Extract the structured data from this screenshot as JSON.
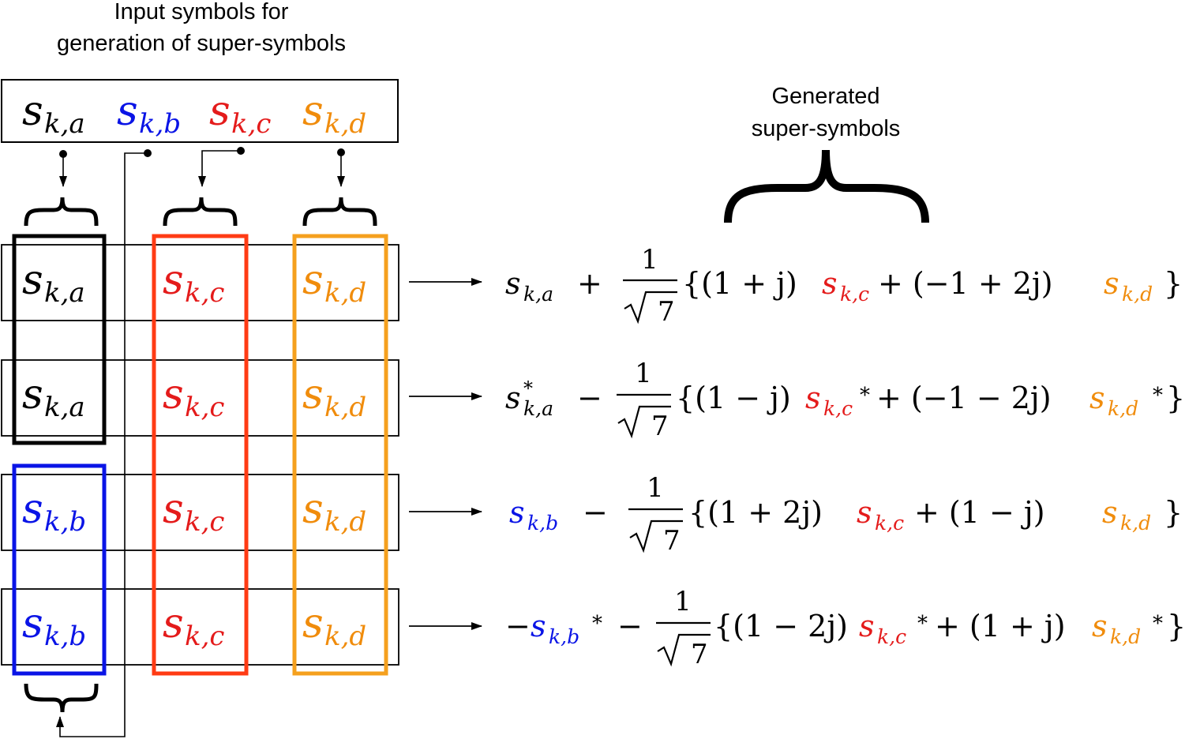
{
  "titles": {
    "input_line1": "Input symbols for",
    "input_line2": "generation of super-symbols",
    "generated_line1": "Generated",
    "generated_line2": "super-symbols"
  },
  "colors": {
    "a": "#000000",
    "b": "#0a14e6",
    "c": "#e41b1b",
    "d": "#f08c0c",
    "box_c": "#ff3b14",
    "box_d": "#f5a01e"
  },
  "symbol": {
    "base": "s",
    "sub_a": "k,a",
    "sub_b": "k,b",
    "sub_c": "k,c",
    "sub_d": "k,d",
    "conj": "*"
  },
  "grid": {
    "rows": [
      [
        "a",
        "c",
        "d"
      ],
      [
        "a",
        "c",
        "d"
      ],
      [
        "b",
        "c",
        "d"
      ],
      [
        "b",
        "c",
        "d"
      ]
    ]
  },
  "equations": {
    "fraction_num": "1",
    "fraction_den": "7",
    "row1": {
      "lead": "",
      "op": "+",
      "p1": "{(1 + j)",
      "p2": " + (−1 + 2j)",
      "close": "}"
    },
    "row2": {
      "lead": "",
      "op": "−",
      "p1": "{(1 − j)",
      "p2": " + (−1 − 2j)",
      "close": "}"
    },
    "row3": {
      "lead": "",
      "op": "−",
      "p1": "{(1 + 2j)",
      "p2": " + (1 − j)",
      "close": "}"
    },
    "row4": {
      "lead": "−",
      "op": "−",
      "p1": "{(1 − 2j)",
      "p2": " + (1 + j)",
      "close": "}"
    }
  }
}
